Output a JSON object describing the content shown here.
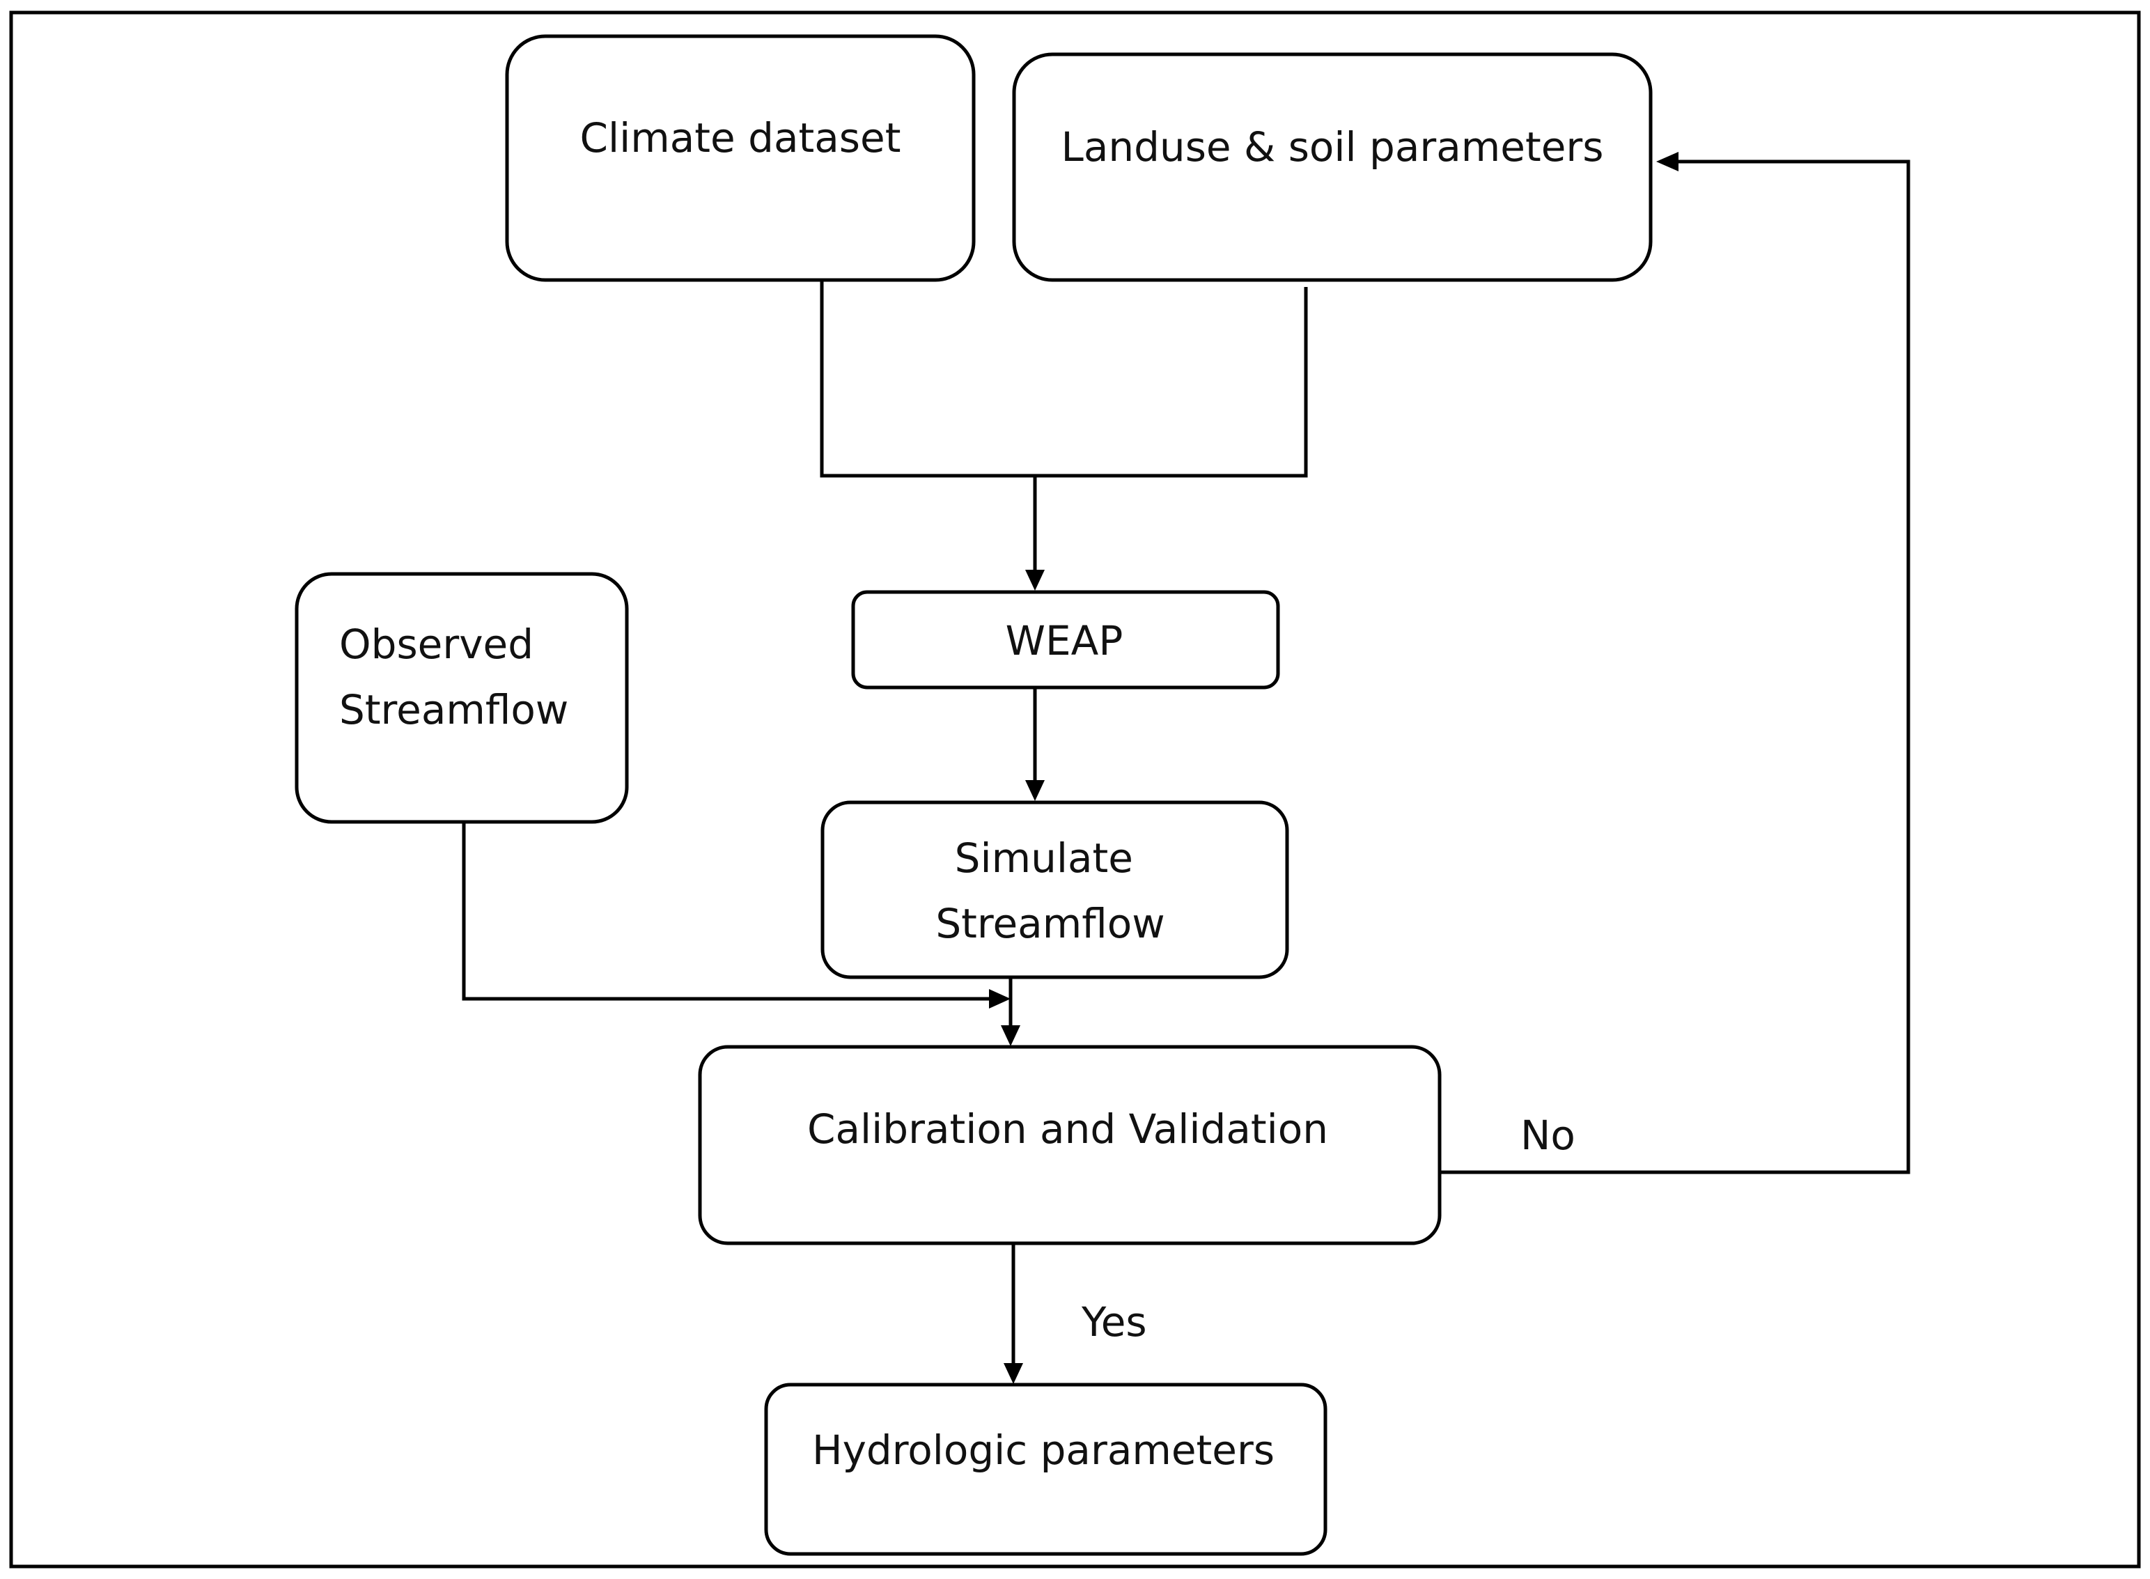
{
  "diagram": {
    "nodes": {
      "climate": {
        "lines": [
          "Climate dataset"
        ]
      },
      "landuse": {
        "lines": [
          "Landuse & soil parameters"
        ]
      },
      "weap": {
        "lines": [
          "WEAP"
        ]
      },
      "observed": {
        "lines": [
          "Observed",
          "Streamflow"
        ]
      },
      "simulate": {
        "lines": [
          "Simulate",
          "Streamflow"
        ]
      },
      "calibration": {
        "lines": [
          "Calibration and Validation"
        ]
      },
      "hydrologic": {
        "lines": [
          "Hydrologic parameters"
        ]
      }
    },
    "edge_labels": {
      "yes": "Yes",
      "no": "No"
    }
  }
}
